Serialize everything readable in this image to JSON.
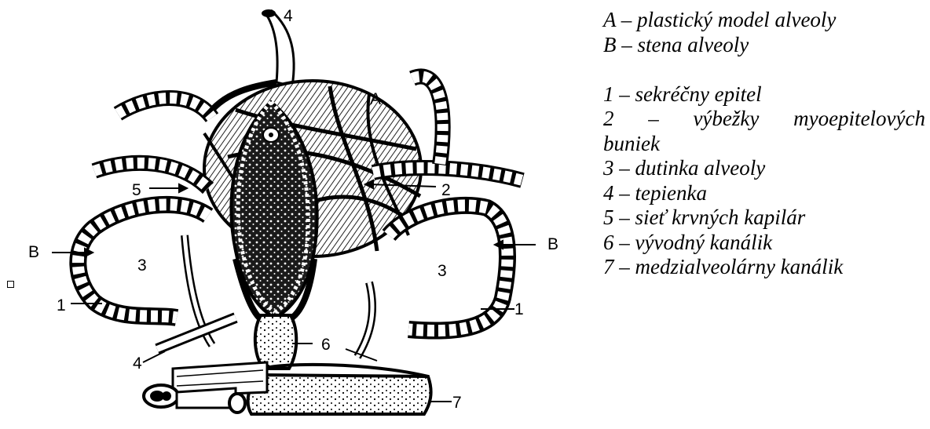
{
  "labels": {
    "A": "A",
    "B_left": "B",
    "B_right": "B",
    "n1_left": "1",
    "n1_right": "1",
    "n2": "2",
    "n3_left": "3",
    "n3_right": "3",
    "n4_top": "4",
    "n4_bottom": "4",
    "n5": "5",
    "n6": "6",
    "n7": "7"
  },
  "legend": {
    "A": "A – plastický model alveoly",
    "B": "B – stena alveoly",
    "item1": "1 – sekréčny epitel",
    "item2_words": [
      "2",
      "–",
      "výbežky",
      "myoepitelových"
    ],
    "item2_cont": "buniek",
    "item3": "3 – dutinka alveoly",
    "item4": "4 – tepienka",
    "item5": "5 – sieť krvných kapilár",
    "item6": "6 – vývodný kanálik",
    "item7": "7 – medzialveolárny kanálik"
  }
}
